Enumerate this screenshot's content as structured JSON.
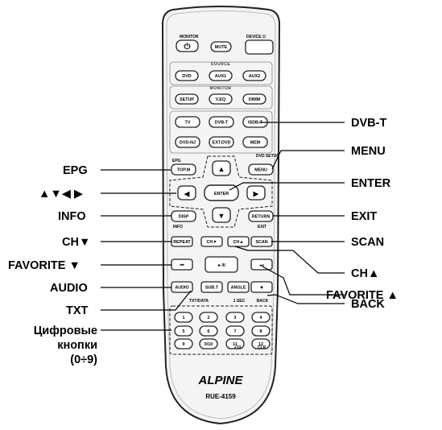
{
  "remote": {
    "top": {
      "monitor_label": "MONITOR",
      "mute": "MUTE",
      "device_label": "DEVICE ⏻"
    },
    "source_group": "SOURCE",
    "source": [
      "DVD",
      "AUX1",
      "AUX2"
    ],
    "monitor_group": "MONITOR",
    "monitor": [
      "SETUP",
      "V.EQ",
      "DIMM"
    ],
    "row_tv": [
      "TV",
      "DVB-T",
      "ISDB-T"
    ],
    "row_dvd": [
      "DVD-NJ",
      "EXT.DVD",
      "MEM"
    ],
    "epg_small": "EPG",
    "top_m": "TOP.M",
    "dvd_setup_small": "DVD SETUP",
    "menu": "MENU",
    "enter": "ENTER",
    "disp": "DISP",
    "info_small": "INFO",
    "return": "RETURN",
    "exit_small": "EXIT",
    "repeat": "REPEAT",
    "ch_down": "CH▼",
    "ch_up": "CH▲",
    "scan": "SCAN",
    "prev": "⏮",
    "play": "►/II",
    "next": "⏭",
    "audio": "AUDIO",
    "subt": "SUB.T",
    "angle": "ANGLE",
    "stop": "■",
    "txt_data_small": "TXT/DATA",
    "one_sec_small": "1 SEC",
    "back_small": "BACK",
    "digits_row1": [
      "1",
      "2",
      "3",
      "4"
    ],
    "digits_row2": [
      "5",
      "6",
      "7",
      "8"
    ],
    "digits_row3": [
      "9",
      "0/10",
      "11",
      "12"
    ],
    "plus10_small": "+10",
    "clr_small": "CLR",
    "brand": "ALPINE",
    "model": "RUE-4159"
  },
  "callouts": {
    "dvbt": "DVB-T",
    "menu": "MENU",
    "epg": "EPG",
    "enter": "ENTER",
    "arrows": "▲▼◀ ▶",
    "info": "INFO",
    "exit": "EXIT",
    "chdown": "CH▼",
    "scan": "SCAN",
    "favdown": "FAVORITE ▼",
    "chup": "CH▲",
    "audio": "AUDIO",
    "favup": "FAVORITE ▲",
    "txt": "TXT",
    "back": "BACK",
    "digits_line1": "Цифровые",
    "digits_line2": "кнопки",
    "digits_line3": "(0÷9)"
  }
}
